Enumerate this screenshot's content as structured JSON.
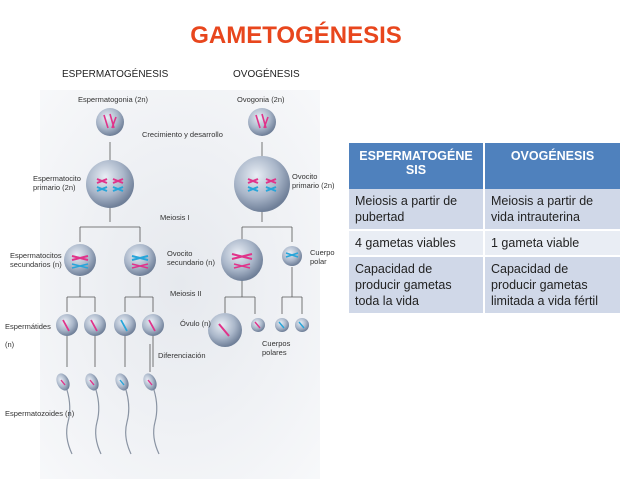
{
  "title": "GAMETOGÉNESIS",
  "headers": {
    "left": "ESPERMATOGÉNESIS",
    "right": "OVOGÉNESIS"
  },
  "diagram": {
    "espermatogonia": "Espermatogonia (2n)",
    "ovogonia": "Ovogonia (2n)",
    "crecimiento": "Crecimiento y desarrollo",
    "espermatocito_1": "Espermatocito",
    "espermatocito_2": "primario (2n)",
    "ovocito_1": "Ovocito",
    "ovocito_2": "primario (2n)",
    "meiosis1": "Meiosis I",
    "espermatocitos_1": "Espermatocitos",
    "espermatocitos_2": "secundarios (n)",
    "ovocito_sec_1": "Ovocito",
    "ovocito_sec_2": "secundario (n)",
    "cuerpo_polar_1": "Cuerpo",
    "cuerpo_polar_2": "polar",
    "meiosis2": "Meiosis II",
    "espermatides_1": "Espermátides",
    "espermatides_2": "(n)",
    "ovulo": "Óvulo (n)",
    "cuerpos_polares_1": "Cuerpos",
    "cuerpos_polares_2": "polares",
    "diferenciacion": "Diferenciación",
    "espermatozoides": "Espermatozoides (n)"
  },
  "table": {
    "columns": [
      "ESPERMATOGÉNE SIS",
      "OVOGÉNESIS"
    ],
    "rows": [
      [
        "Meiosis a partir de pubertad",
        "Meiosis a partir de vida intrauterina"
      ],
      [
        "4 gametas viables",
        "1 gameta viable"
      ],
      [
        "Capacidad de producir gametas toda la vida",
        "Capacidad de producir gametas limitada a vida fértil"
      ]
    ]
  }
}
